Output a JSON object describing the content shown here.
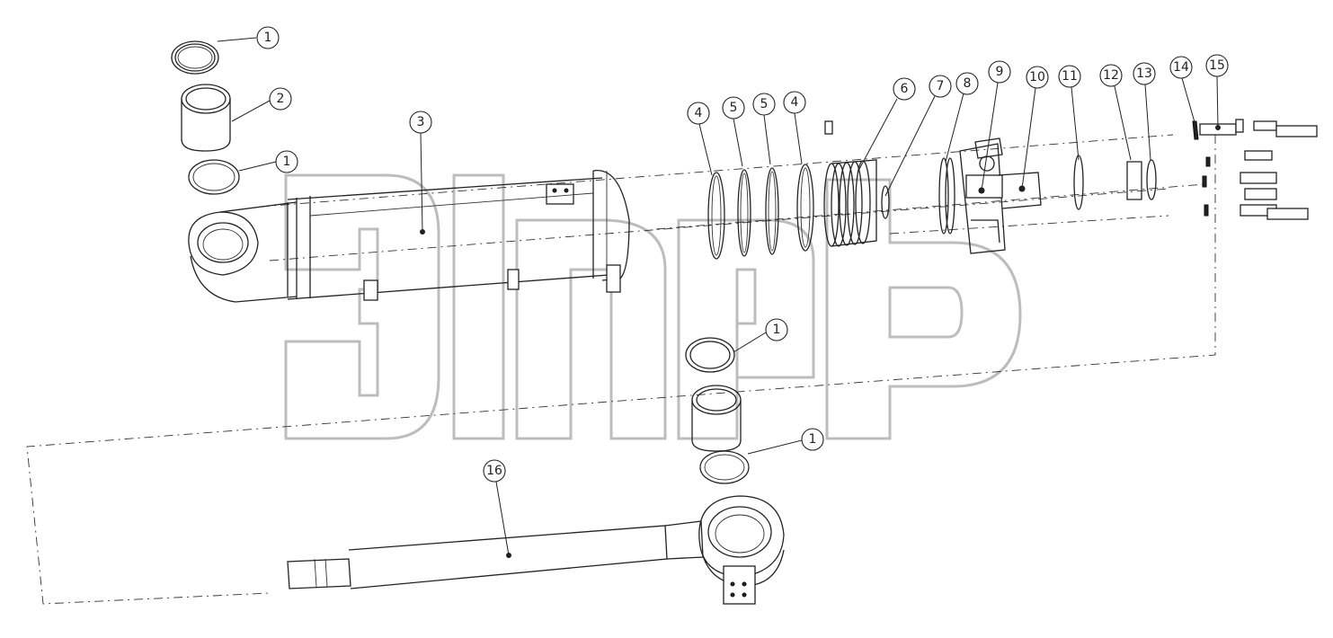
{
  "drawing": {
    "watermark_color": "#bdbdbd",
    "line_color": "#222222",
    "background": "#ffffff"
  },
  "balloons": [
    {
      "id": "b1-top",
      "label": "1"
    },
    {
      "id": "b2",
      "label": "2"
    },
    {
      "id": "b1-mid",
      "label": "1"
    },
    {
      "id": "b3",
      "label": "3"
    },
    {
      "id": "b4-a",
      "label": "4"
    },
    {
      "id": "b5-a",
      "label": "5"
    },
    {
      "id": "b5-b",
      "label": "5"
    },
    {
      "id": "b4-b",
      "label": "4"
    },
    {
      "id": "b6",
      "label": "6"
    },
    {
      "id": "b7",
      "label": "7"
    },
    {
      "id": "b8",
      "label": "8"
    },
    {
      "id": "b9",
      "label": "9"
    },
    {
      "id": "b10",
      "label": "10"
    },
    {
      "id": "b11",
      "label": "11"
    },
    {
      "id": "b12",
      "label": "12"
    },
    {
      "id": "b13",
      "label": "13"
    },
    {
      "id": "b14",
      "label": "14"
    },
    {
      "id": "b15",
      "label": "15"
    },
    {
      "id": "b1-lower",
      "label": "1"
    },
    {
      "id": "b1-bottom",
      "label": "1"
    },
    {
      "id": "b16",
      "label": "16"
    }
  ]
}
